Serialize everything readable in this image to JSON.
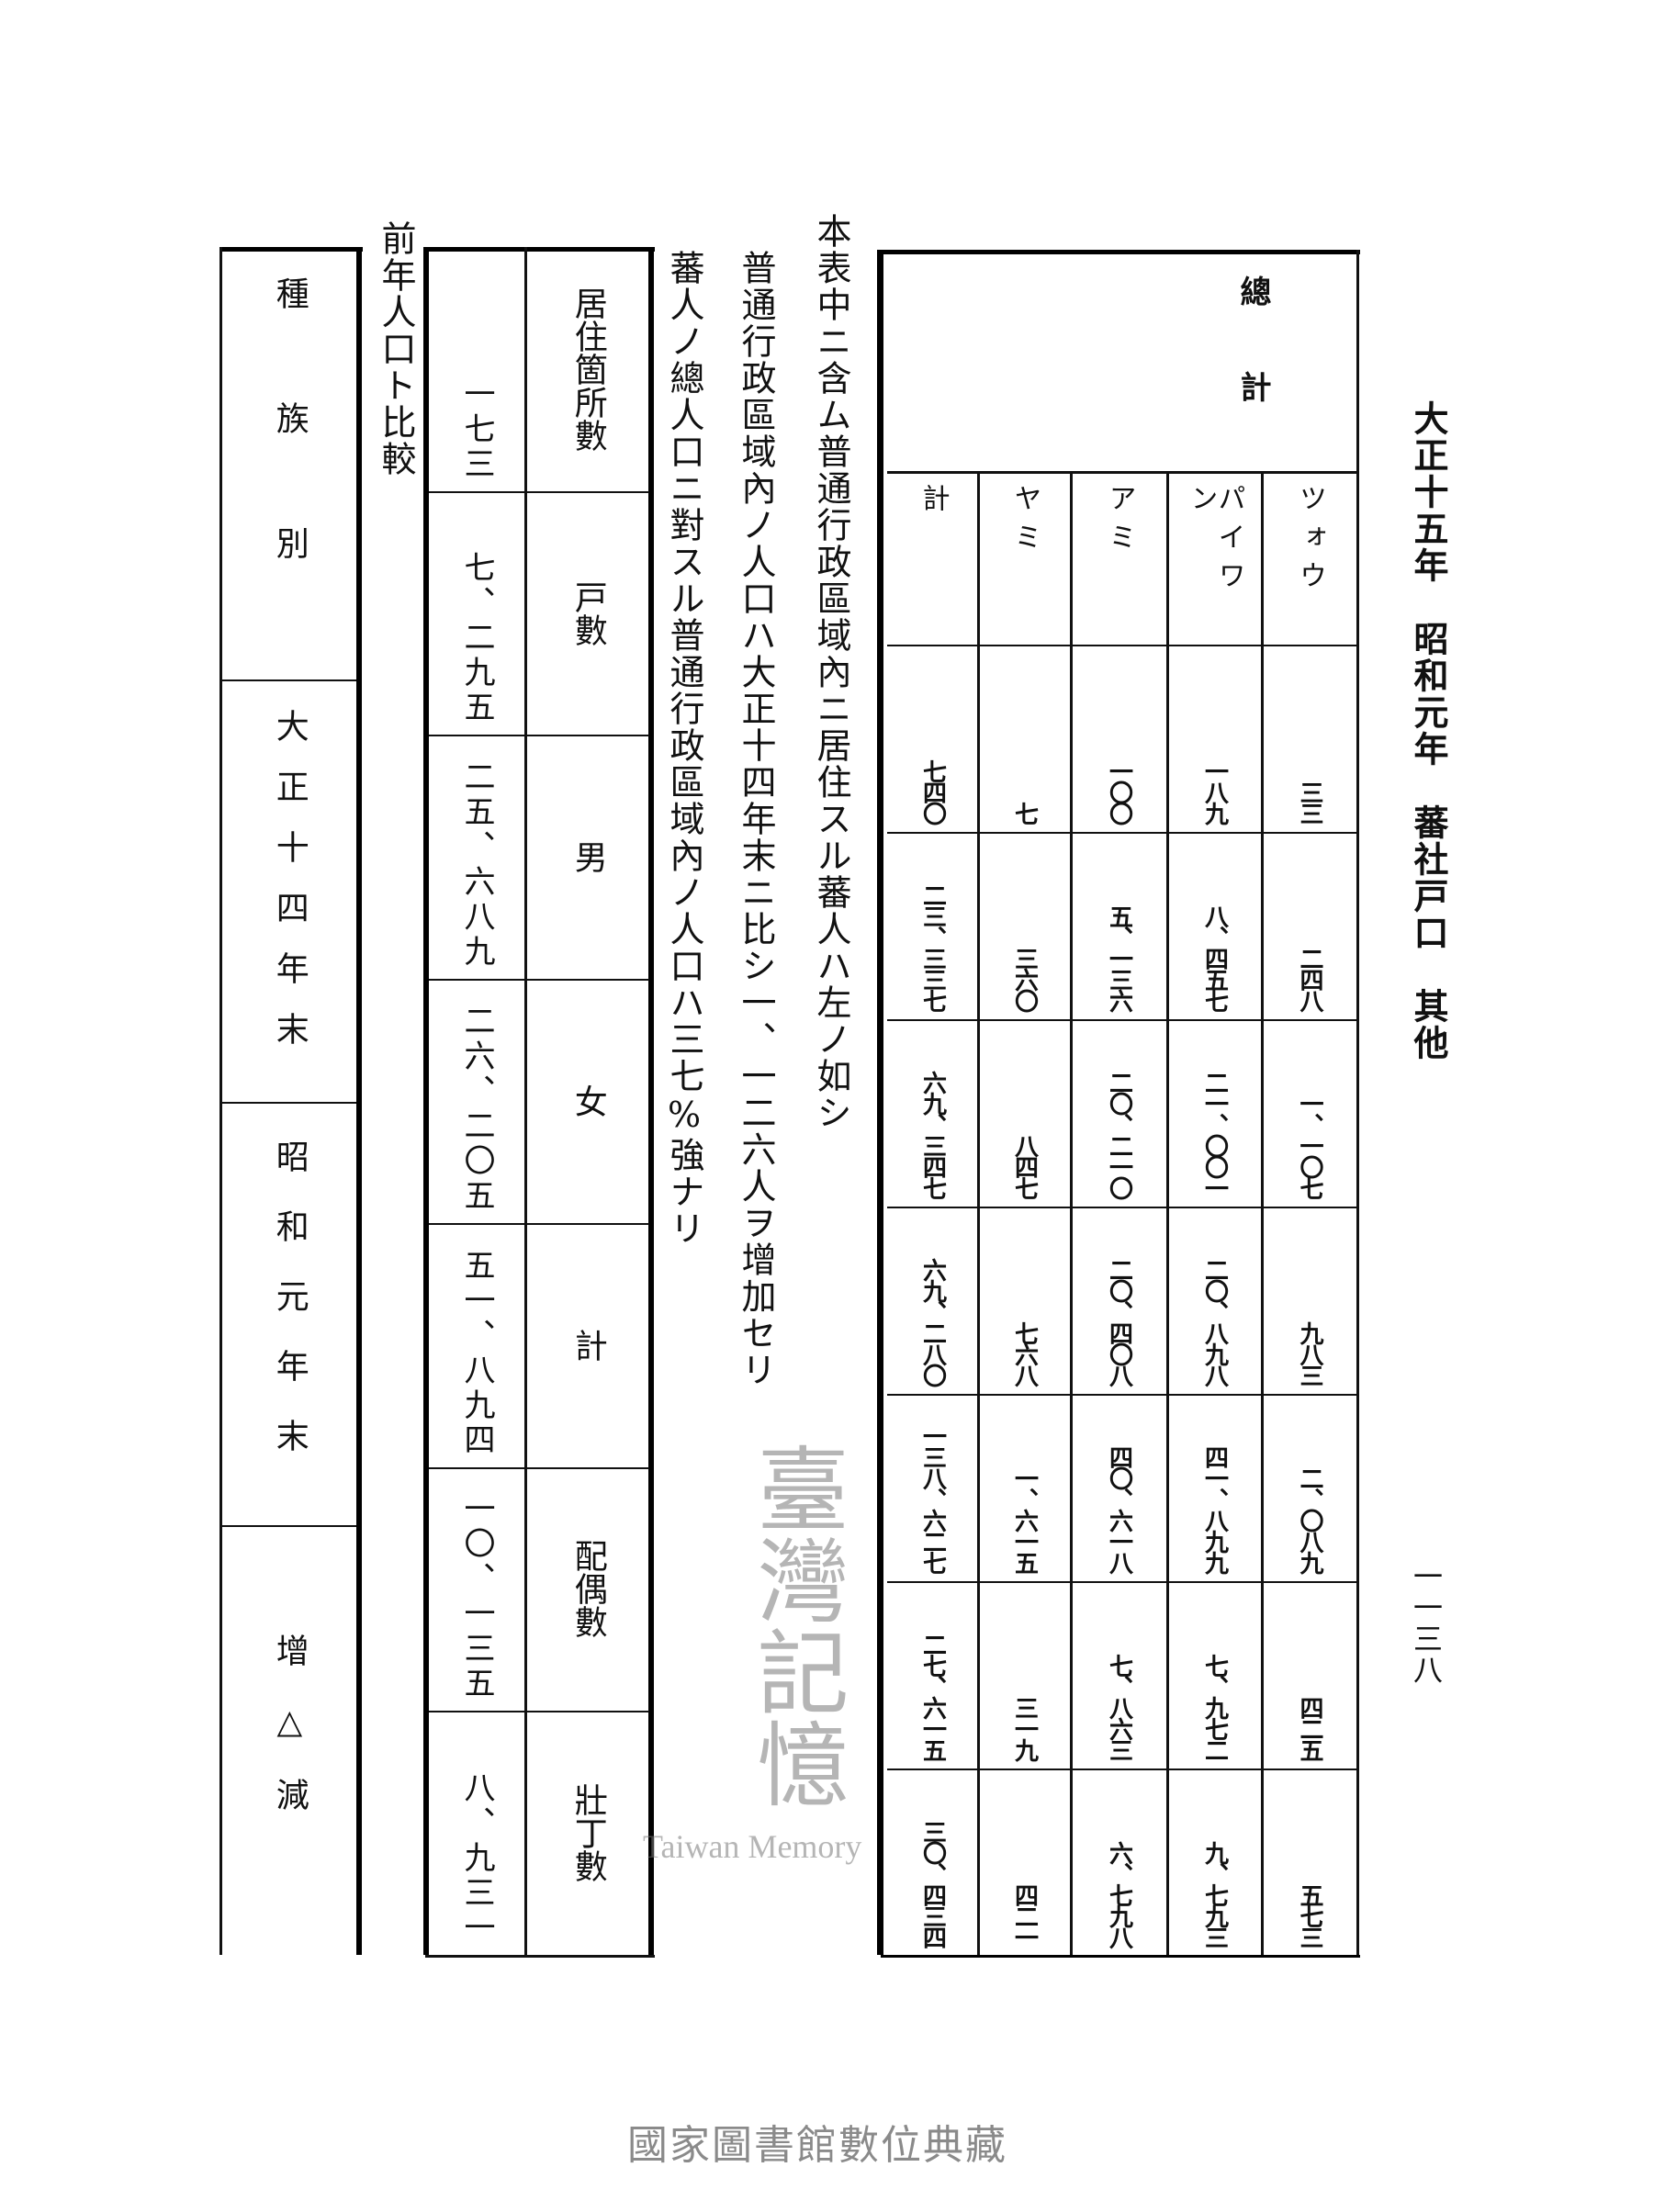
{
  "page_header": "大正十五年　昭和元年　蕃社戸口　其他",
  "page_number": "一一三八",
  "main_table": {
    "group_label": "總計",
    "columns": [
      "ツォウ",
      "パイワン",
      "アミ",
      "ヤミ",
      "計"
    ],
    "rows": [
      [
        "三三",
        "一八九",
        "一〇〇",
        "七",
        "七四〇"
      ],
      [
        "二四八",
        "八、四五七",
        "五、一三六",
        "三六〇",
        "二三、三三七"
      ],
      [
        "一、一〇七",
        "二一、〇〇一",
        "二〇、二一〇",
        "八四七",
        "六九、三四七"
      ],
      [
        "九八三",
        "二〇、八九八",
        "二〇、四〇八",
        "七六八",
        "六九、二八〇"
      ],
      [
        "二、〇八九",
        "四一、八九九",
        "四〇、六一八",
        "一、六一五",
        "一三八、六二七"
      ],
      [
        "四二五",
        "七、九七二",
        "七、八六三",
        "三一九",
        "二七、六一五"
      ],
      [
        "五七三",
        "九、七九三",
        "六、七九八",
        "四二一",
        "三〇、四三四"
      ]
    ]
  },
  "notes": [
    "本表中ニ含ム普通行政區域內ニ居住スル蕃人ハ左ノ如シ",
    "普通行政區域內ノ人口ハ大正十四年末ニ比シ一、一二六人ヲ增加セリ",
    "蕃人ノ總人口ニ對スル普通行政區域內ノ人口ハ三七%強ナリ"
  ],
  "admin_table": {
    "headers": [
      "居住箇所數",
      "戸數",
      "男",
      "女",
      "計",
      "配偶數",
      "壯丁數"
    ],
    "values": [
      "一七三",
      "七、二九五",
      "二五、六八九",
      "二六、二〇五",
      "五一、八九四",
      "一〇、一三五",
      "八、九三一"
    ]
  },
  "comparison": {
    "title": "前年人口ト比較",
    "labels": [
      "種族別",
      "大正十四年末",
      "昭和元年末",
      "增△減"
    ]
  },
  "watermark": {
    "cjk": "臺灣記憶",
    "latin": "Taiwan Memory"
  },
  "footer": "國家圖書館數位典藏"
}
